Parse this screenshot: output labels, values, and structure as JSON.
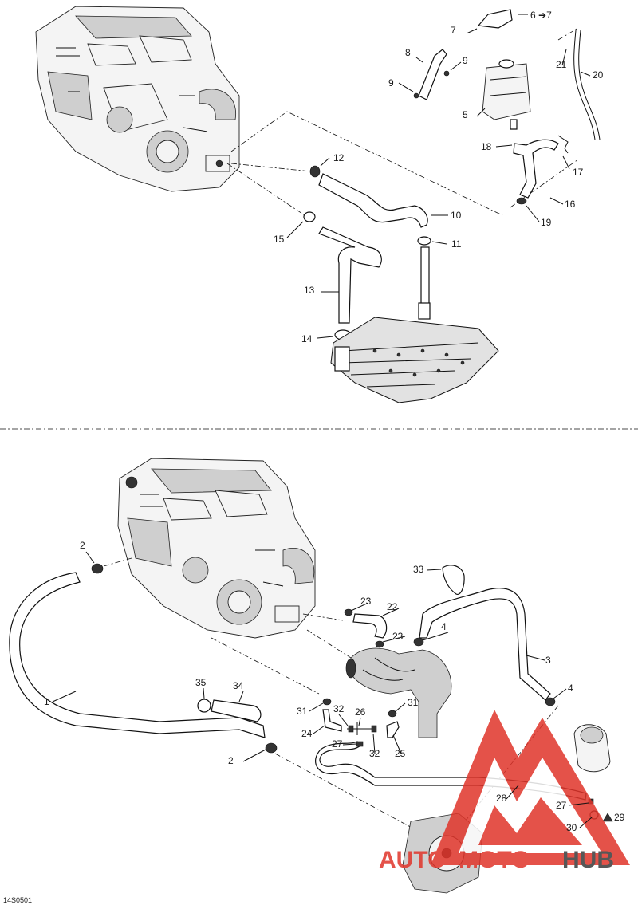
{
  "document_id": "14S0501",
  "callouts": {
    "c1": "1",
    "c2a": "2",
    "c2b": "2",
    "c3": "3",
    "c4a": "4",
    "c4b": "4",
    "c5": "5",
    "c6": "6",
    "c7": "7",
    "c8": "8",
    "c9a": "9",
    "c9b": "9",
    "c10": "10",
    "c11": "11",
    "c12": "12",
    "c13": "13",
    "c14": "14",
    "c15": "15",
    "c16": "16",
    "c17": "17",
    "c18": "18",
    "c19": "19",
    "c20": "20",
    "c21": "21",
    "c22": "22",
    "c23a": "23",
    "c23b": "23",
    "c24": "24",
    "c25": "25",
    "c26": "26",
    "c27a": "27",
    "c27b": "27",
    "c28": "28",
    "c29": "29",
    "c30": "30",
    "c31a": "31",
    "c31b": "31",
    "c32a": "32",
    "c32b": "32",
    "c33": "33",
    "c34": "34",
    "c35": "35"
  },
  "arrow_ref": {
    "from": "6",
    "to": "7"
  },
  "watermark": {
    "part1": "AUTO",
    "part2": "MOTO",
    "part3": "HUB",
    "color_red": "#e0342a",
    "color_dark": "#3a3a3a"
  }
}
